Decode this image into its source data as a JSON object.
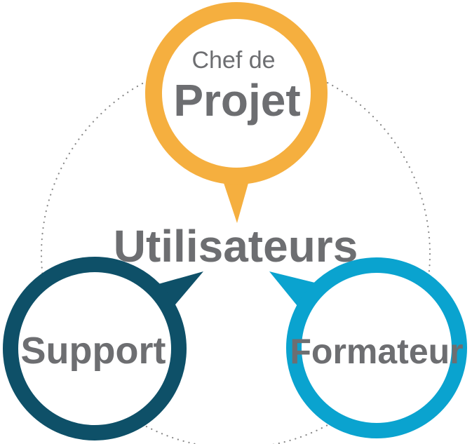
{
  "diagram": {
    "center_label": "Utilisateurs",
    "roles": [
      {
        "key": "chef",
        "line1": "Chef de",
        "line2": "Projet",
        "color": "#F5AF3F"
      },
      {
        "key": "support",
        "line1": "Support",
        "color": "#0E5068"
      },
      {
        "key": "formateur",
        "line1": "Formateur",
        "color": "#0AA3CF"
      }
    ],
    "text_color": "#6D6E71",
    "connector_color": "#8A8A8A"
  }
}
